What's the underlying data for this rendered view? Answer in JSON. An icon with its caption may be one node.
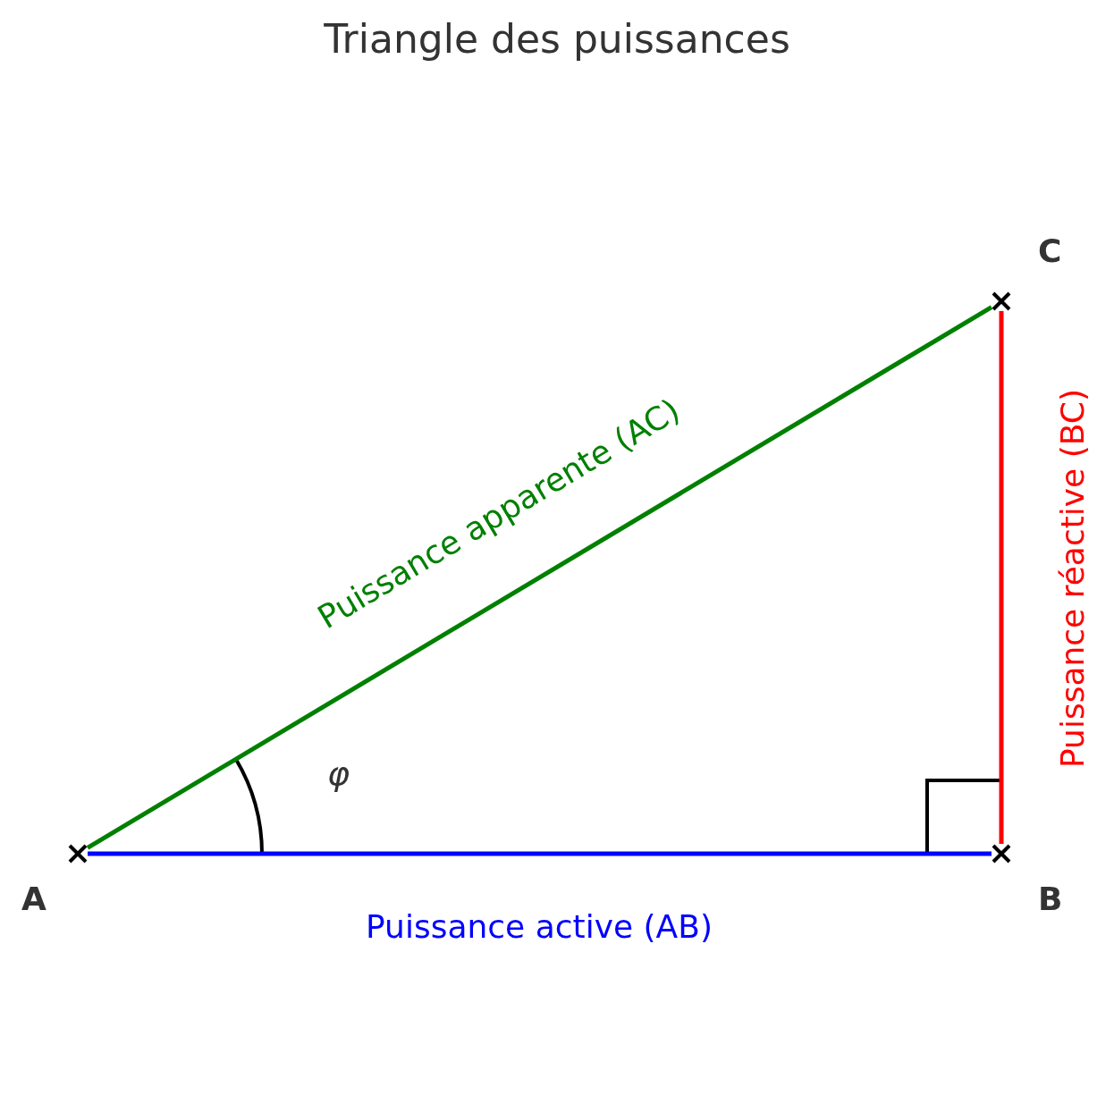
{
  "diagram": {
    "title": "Triangle des puissances",
    "nodes": [
      {
        "text": [],
        "shape": "cross",
        "beside": [
          "A"
        ]
      },
      {
        "text": [],
        "shape": "cross",
        "beside": [
          "B"
        ]
      },
      {
        "text": [],
        "shape": "cross",
        "beside": [
          "C"
        ]
      }
    ],
    "edges": [
      {
        "from": 0,
        "to": 1,
        "arrow": "none",
        "label": "Puissance active (AB)",
        "color": "#0000ff"
      },
      {
        "from": 1,
        "to": 2,
        "arrow": "none",
        "label": "Puissance réactive (BC)",
        "color": "#ff0000"
      },
      {
        "from": 0,
        "to": 2,
        "arrow": "none",
        "label": "Puissance apparente (AC)",
        "color": "#008000"
      }
    ],
    "labels": [
      "φ"
    ]
  }
}
